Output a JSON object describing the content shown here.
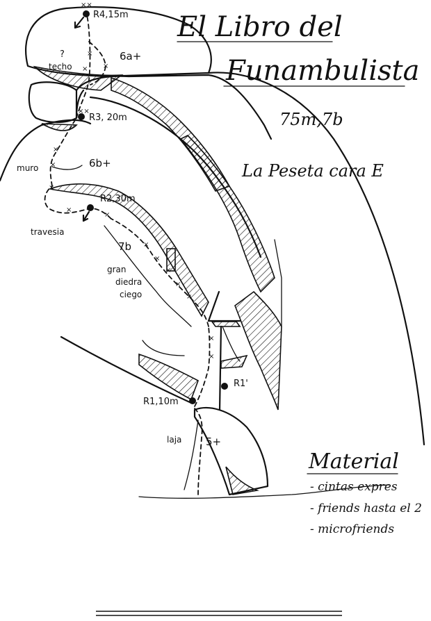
{
  "title": {
    "line1": "El Libro del",
    "line2": "Funambulista"
  },
  "route_length_grade": "75m,7b",
  "sector": "La Peseta cara E",
  "belays": [
    {
      "id": "r4",
      "label": "R4,15m"
    },
    {
      "id": "r3",
      "label": "R3, 20m"
    },
    {
      "id": "r2",
      "label": "R2,30m"
    },
    {
      "id": "r1",
      "label": "R1,10m"
    },
    {
      "id": "r1p",
      "label": "R1'"
    }
  ],
  "grades": {
    "pitch4": "6a+",
    "pitch3": "6b+",
    "pitch2": "7b",
    "pitch1": "5+"
  },
  "features": {
    "question": "?",
    "techo": "techo",
    "muro": "muro",
    "travesia": "travesia",
    "diedro": [
      "gran",
      "diedra",
      "ciego"
    ],
    "laja": "laja"
  },
  "material": {
    "heading": "Material",
    "items": [
      "- cintas expres",
      "- friends hasta el 2",
      "- microfriends"
    ]
  }
}
